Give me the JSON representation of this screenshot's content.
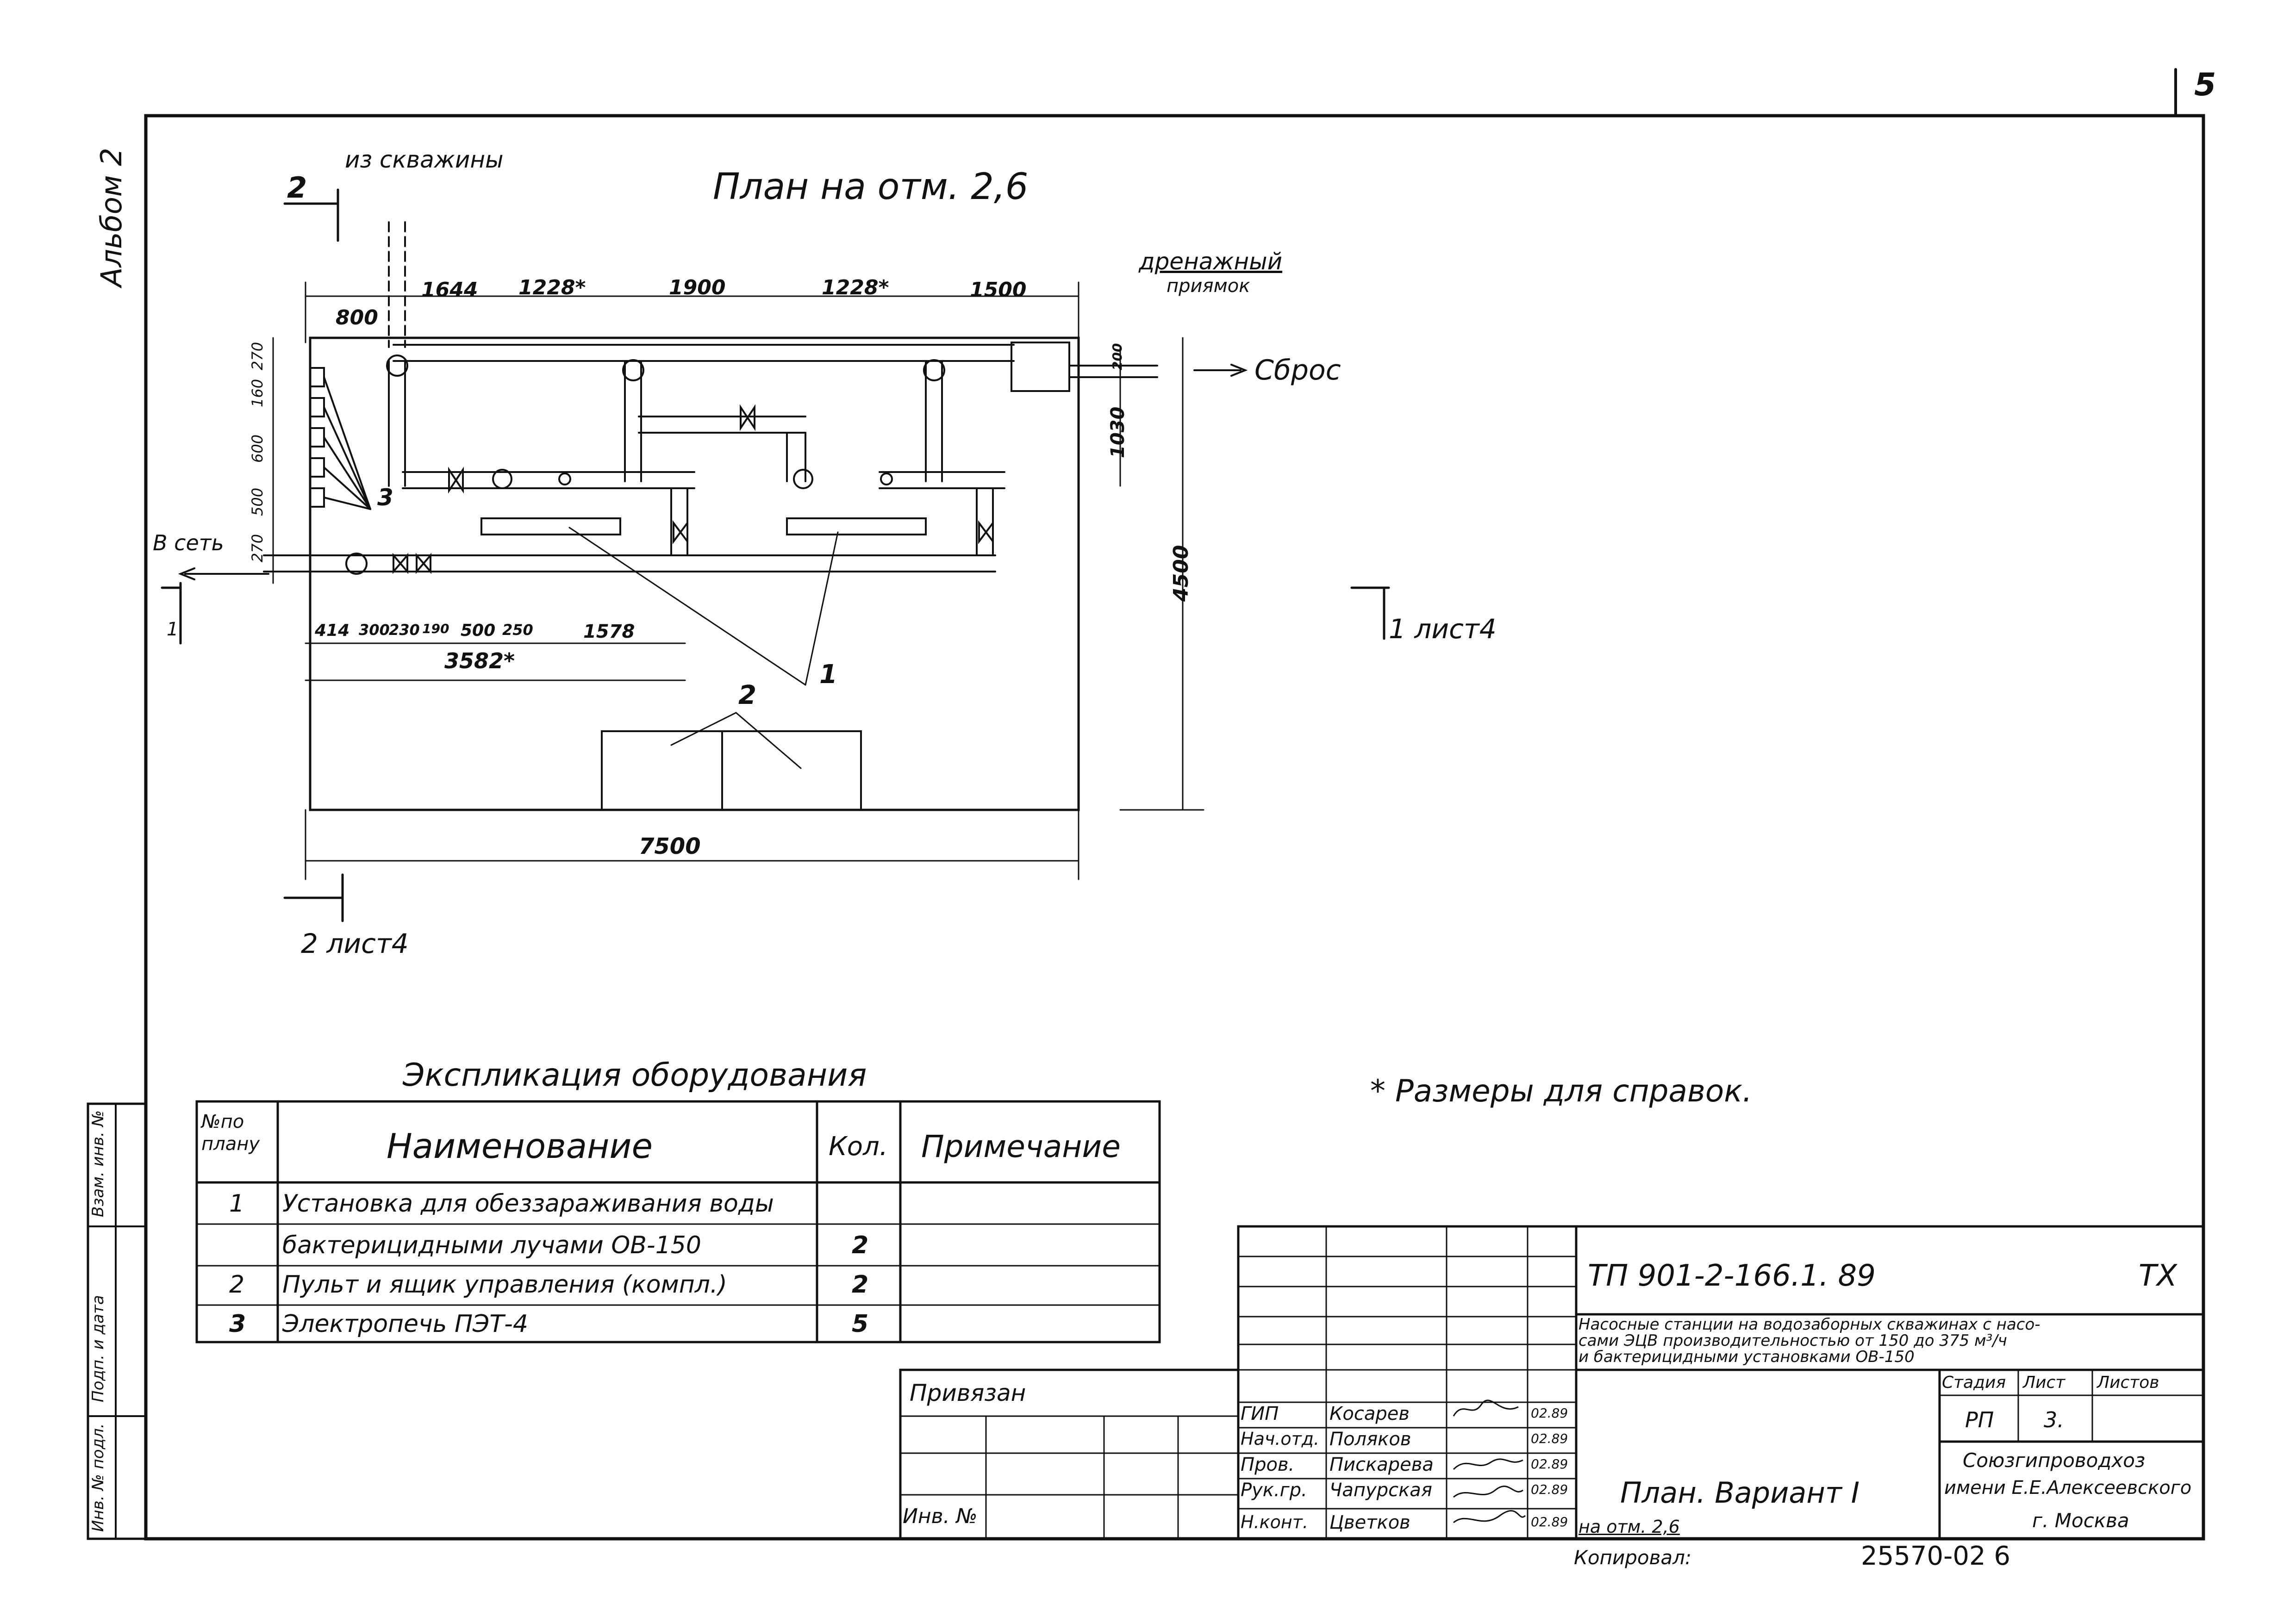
{
  "sheet": {
    "page_number": "5",
    "album": "Альбом 2",
    "copy_number": "25570-02 6",
    "copied_by_label": "Копировал:"
  },
  "plan": {
    "title": "План   на  отм. 2,6",
    "from_well": "из скважины",
    "drain_pit_1": "дренажный",
    "drain_pit_2": "приямок",
    "discharge": "Сброс",
    "to_network": "В сеть",
    "section_top": "2",
    "section_bottom": "2 лист4",
    "section_right": "1 лист4",
    "section_left": "1",
    "dims_top": [
      "800",
      "1644",
      "1228*",
      "1900",
      "1228*",
      "1500"
    ],
    "dims_left": [
      "270",
      "160",
      "600",
      "500",
      "270"
    ],
    "dims_right": [
      "1030",
      "4500",
      "200"
    ],
    "dims_bottom": [
      "414",
      "300",
      "230",
      "190",
      "500",
      "250",
      "1578"
    ],
    "dim_3582": "3582*",
    "dim_7500": "7500",
    "callouts": [
      "1",
      "2",
      "3"
    ]
  },
  "explication": {
    "title": "Экспликация  оборудования",
    "headers": [
      "№по плану",
      "Наименование",
      "Кол.",
      "Примечание"
    ],
    "rows": [
      {
        "num": "1",
        "name": "Установка  для  обеззараживания воды",
        "qty": "",
        "note": ""
      },
      {
        "num": "",
        "name": "бактерицидными лучами  ОВ-150",
        "qty": "2",
        "note": ""
      },
      {
        "num": "2",
        "name": "Пульт  и  ящик  управления (компл.)",
        "qty": "2",
        "note": ""
      },
      {
        "num": "3",
        "name": "Электропечь  ПЭТ-4",
        "qty": "5",
        "note": ""
      }
    ]
  },
  "note": "* Размеры  для  справок.",
  "left_strip": [
    "Взам. инв. №",
    "Подп. и дата",
    "Инв. № подл."
  ],
  "binding": {
    "label": "Привязан",
    "inv": "Инв. №"
  },
  "title_block": {
    "code": "ТП  901-2-166.1.   89",
    "code_suffix": "ТХ",
    "desc": [
      "Насосные станции на водозаборных скважинах с насо-",
      "сами ЭЦВ производительностью от 150 до 375 м³/ч",
      "и бактерицидными установками ОВ-150"
    ],
    "stage_headers": [
      "Стадия",
      "Лист",
      "Листов"
    ],
    "stage_values": [
      "РП",
      "3.",
      ""
    ],
    "sheet_title": "План.  Вариант I",
    "sheet_subtitle": "на отм. 2,6",
    "org": [
      "Союзгипроводхоз",
      "имени Е.Е.Алексеевского",
      "г. Москва"
    ],
    "staff": [
      {
        "role": "ГИП",
        "name": "Косарев",
        "date": "02.89"
      },
      {
        "role": "Нач.отд.",
        "name": "Поляков",
        "date": "02.89"
      },
      {
        "role": "Пров.",
        "name": "Пискарева",
        "date": "02.89"
      },
      {
        "role": "Рук.гр.",
        "name": "Чапурская",
        "date": "02.89"
      },
      {
        "role": "Н.конт.",
        "name": "Цветков",
        "date": "02.89"
      }
    ]
  }
}
